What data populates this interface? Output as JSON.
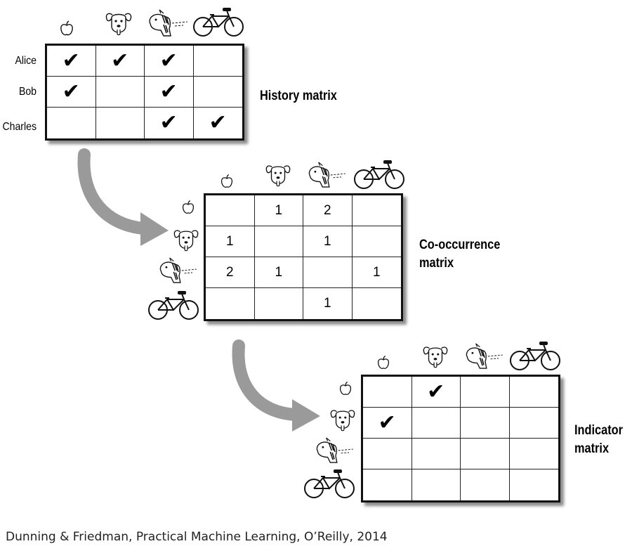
{
  "items": [
    {
      "id": "apple",
      "icon": "apple-icon"
    },
    {
      "id": "puppy",
      "icon": "puppy-icon"
    },
    {
      "id": "pony",
      "icon": "pony-icon"
    },
    {
      "id": "bicycle",
      "icon": "bicycle-icon"
    }
  ],
  "history": {
    "title": "History matrix",
    "users": [
      "Alice",
      "Bob",
      "Charles"
    ],
    "rows": [
      [
        true,
        true,
        true,
        false
      ],
      [
        true,
        false,
        true,
        false
      ],
      [
        false,
        false,
        true,
        true
      ]
    ]
  },
  "cooccurrence": {
    "title_line1": "Co-occurrence",
    "title_line2": "matrix",
    "rows": [
      [
        "",
        "1",
        "2",
        ""
      ],
      [
        "1",
        "",
        "1",
        ""
      ],
      [
        "2",
        "1",
        "",
        "1"
      ],
      [
        "",
        "",
        "1",
        ""
      ]
    ]
  },
  "indicator": {
    "title_line1": "Indicator",
    "title_line2": "matrix",
    "rows": [
      [
        false,
        true,
        false,
        false
      ],
      [
        true,
        false,
        false,
        false
      ],
      [
        false,
        false,
        false,
        false
      ],
      [
        false,
        false,
        false,
        false
      ]
    ]
  },
  "citation": "Dunning & Friedman, Practical Machine Learning, O’Reilly, 2014",
  "colors": {
    "arrow": "#9a9a9a",
    "grid": "#111111"
  }
}
